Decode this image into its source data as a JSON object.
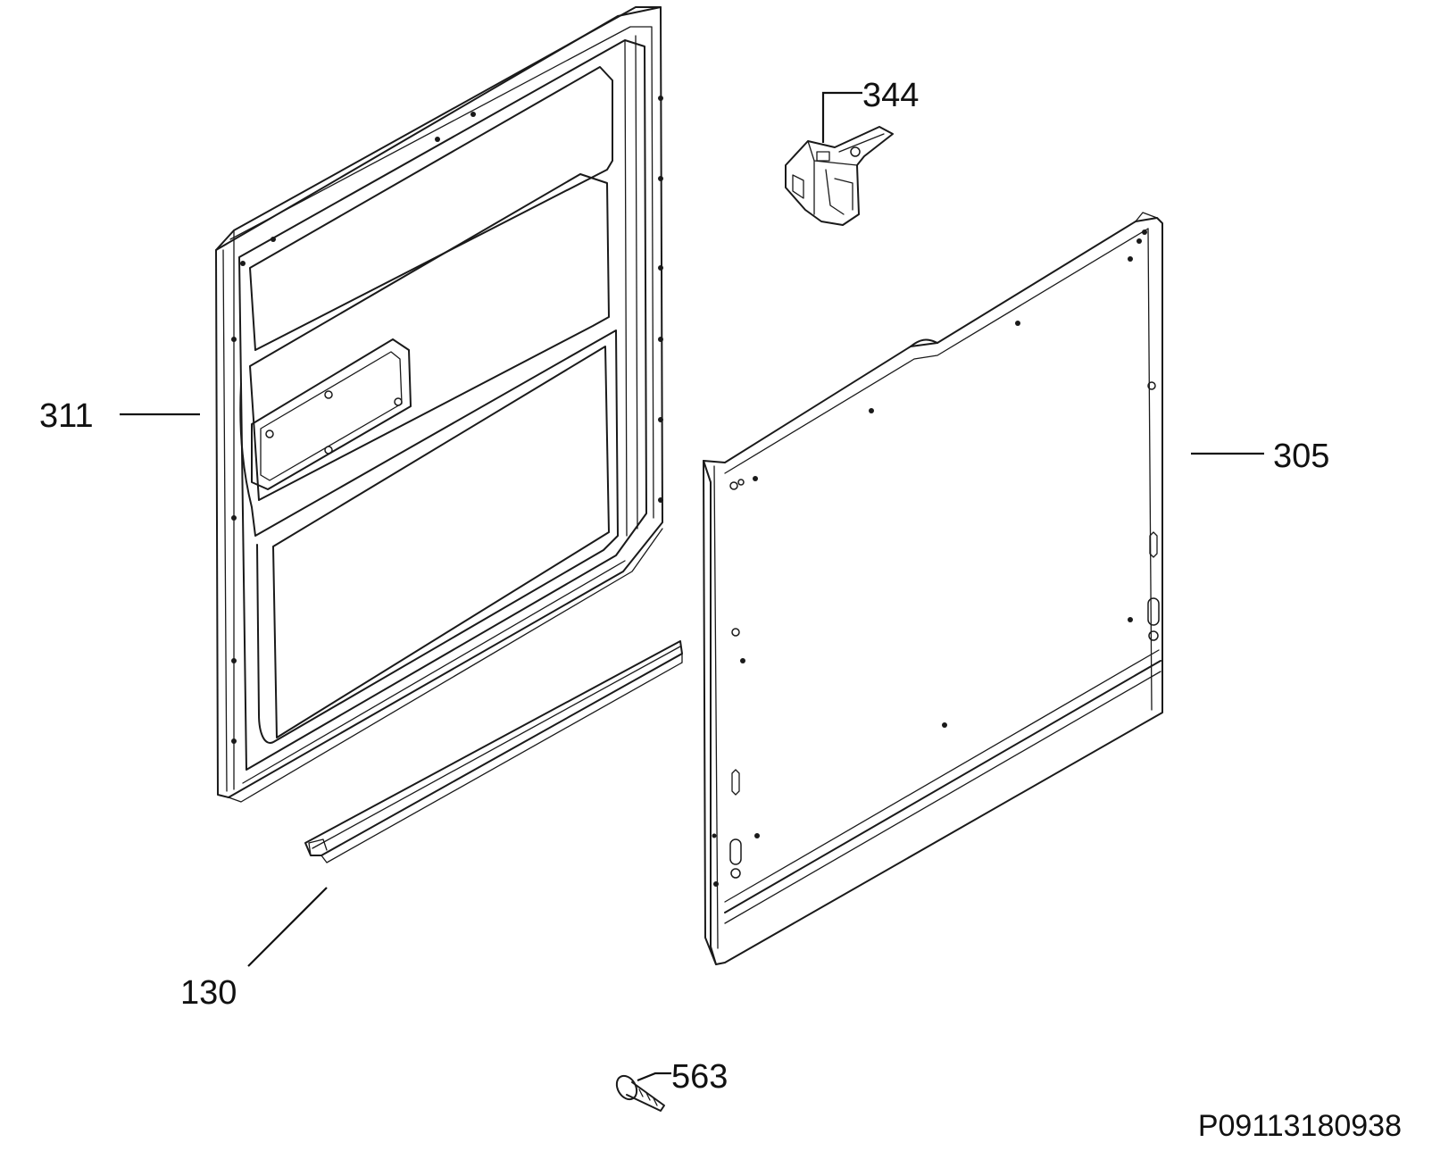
{
  "callouts": [
    {
      "id": "311",
      "label": "311"
    },
    {
      "id": "344",
      "label": "344"
    },
    {
      "id": "305",
      "label": "305"
    },
    {
      "id": "130",
      "label": "130"
    },
    {
      "id": "563",
      "label": "563"
    }
  ],
  "drawing_reference": "P09113180938"
}
